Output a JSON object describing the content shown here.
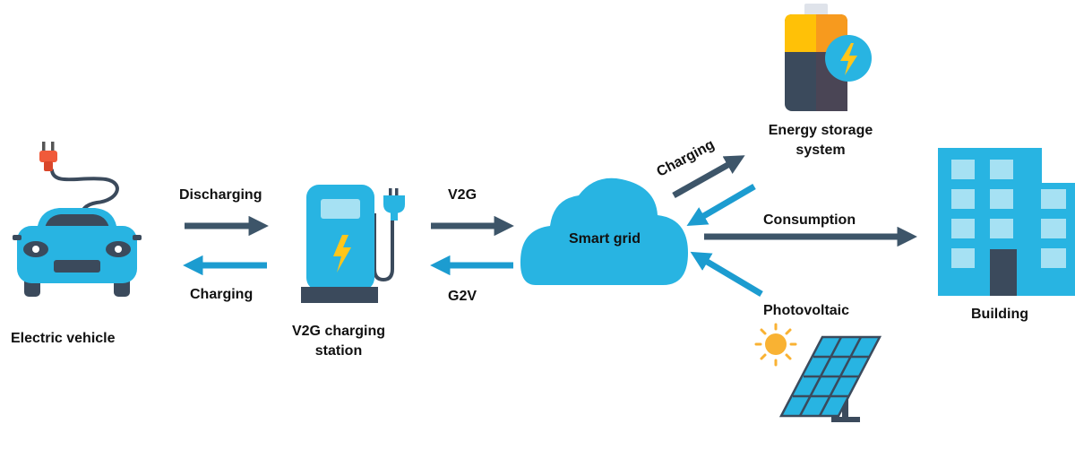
{
  "labels": {
    "electric_vehicle": "Electric vehicle",
    "discharging": "Discharging",
    "charging_left": "Charging",
    "station_line1": "V2G charging",
    "station_line2": "station",
    "v2g": "V2G",
    "g2v": "G2V",
    "smart_grid": "Smart grid",
    "charging_right": "Charging",
    "storage_line1": "Energy storage",
    "storage_line2": "system",
    "consumption": "Consumption",
    "photovoltaic": "Photovoltaic",
    "building": "Building"
  },
  "colors": {
    "dark_arrow": "#3d5569",
    "light_arrow": "#1c9cd0",
    "cyan": "#28b4e2",
    "dark": "#3b4a5c",
    "battery_yellow": "#ffc107",
    "battery_orange": "#f79a1e",
    "sun": "#f9b233",
    "bolt": "#ffc61a"
  },
  "icons": [
    "plug-icon",
    "car-icon",
    "charging-station-icon",
    "cloud-icon",
    "battery-icon",
    "building-icon",
    "sun-icon",
    "solar-panel-icon"
  ]
}
